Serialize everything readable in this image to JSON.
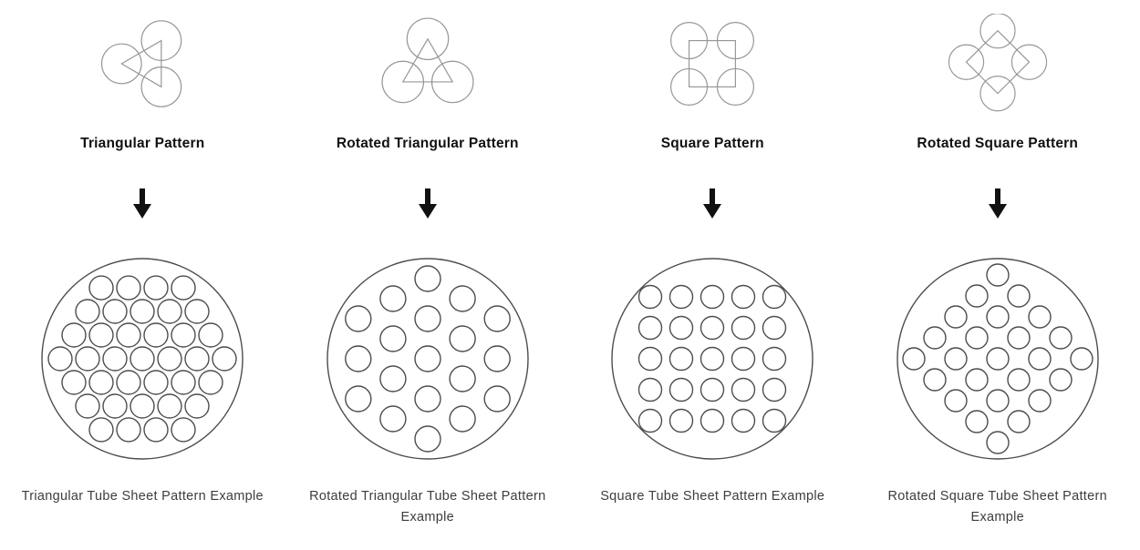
{
  "columns": [
    {
      "id": "triangular",
      "title": "Triangular Pattern",
      "pattern": "triangular",
      "caption_lines": [
        "Triangular Tube Sheet Pattern Example"
      ]
    },
    {
      "id": "rotated-triangular",
      "title": "Rotated Triangular Pattern",
      "pattern": "rotated-triangular",
      "caption_lines": [
        "Rotated Triangular Tube Sheet Pattern",
        "Example"
      ]
    },
    {
      "id": "square",
      "title": "Square Pattern",
      "pattern": "square",
      "caption_lines": [
        "Square Tube Sheet Pattern Example"
      ]
    },
    {
      "id": "rotated-square",
      "title": "Rotated Square Pattern",
      "pattern": "rotated-square",
      "caption_lines": [
        "Rotated Square Tube Sheet Pattern",
        "Example"
      ]
    }
  ],
  "colors": {
    "outline": "#979797",
    "sheet_outline": "#4d4d4d",
    "arrow": "#111111",
    "title_text": "#111111",
    "caption_text": "#3d3d3d"
  }
}
